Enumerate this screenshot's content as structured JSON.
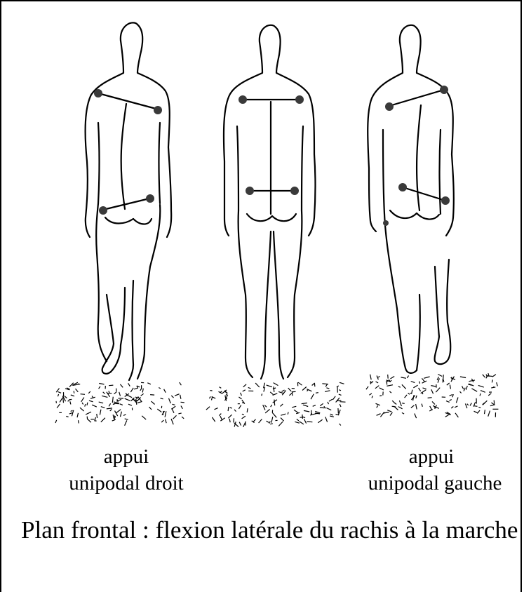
{
  "figures": [
    {
      "name": "left-figure",
      "support": "right"
    },
    {
      "name": "center-figure",
      "support": "none"
    },
    {
      "name": "right-figure",
      "support": "left"
    }
  ],
  "labels": {
    "left_line1": "appui",
    "left_line2": "unipodal droit",
    "right_line1": "appui",
    "right_line2": "unipodal gauche"
  },
  "caption": "Plan frontal : flexion latérale du rachis à la marche",
  "colors": {
    "ink": "#000000",
    "dot": "#3a3a3a",
    "background": "#ffffff"
  }
}
